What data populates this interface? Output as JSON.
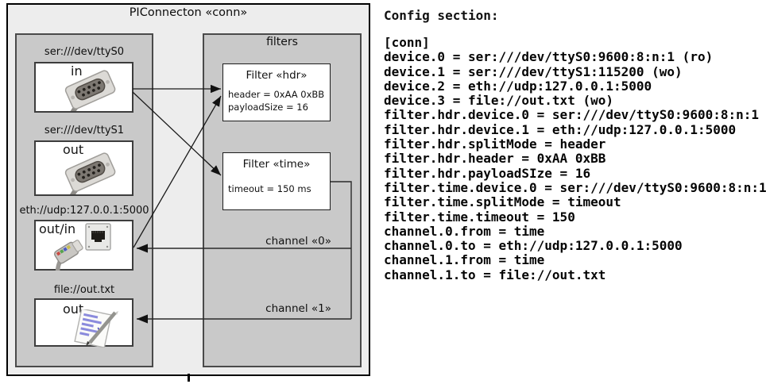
{
  "diagram": {
    "title": "PIConnecton «conn»",
    "filters_title": "filters",
    "devices": [
      {
        "uri": "ser:///dev/ttyS0",
        "direction": "in",
        "icon": "serial-connector-icon"
      },
      {
        "uri": "ser:///dev/ttyS1",
        "direction": "out",
        "icon": "serial-connector-icon"
      },
      {
        "uri": "eth://udp:127.0.0.1:5000",
        "direction": "out/in",
        "icon": "ethernet-jack-icon"
      },
      {
        "uri": "file://out.txt",
        "direction": "out",
        "icon": "notepad-icon"
      }
    ],
    "filters": [
      {
        "title": "Filter «hdr»",
        "attributes": [
          "header = 0xAA 0xBB",
          "payloadSize = 16"
        ]
      },
      {
        "title": "Filter «time»",
        "attributes": [
          "timeout = 150 ms"
        ]
      }
    ],
    "channels": [
      {
        "label": "channel «0»"
      },
      {
        "label": "channel «1»"
      }
    ]
  },
  "config": {
    "heading": "Config section:",
    "lines": [
      "[conn]",
      "device.0 = ser:///dev/ttyS0:9600:8:n:1 (ro)",
      "device.1 = ser:///dev/ttyS1:115200 (wo)",
      "device.2 = eth://udp:127.0.0.1:5000",
      "device.3 = file://out.txt (wo)",
      "filter.hdr.device.0 = ser:///dev/ttyS0:9600:8:n:1",
      "filter.hdr.device.1 = eth://udp:127.0.0.1:5000",
      "filter.hdr.splitMode = header",
      "filter.hdr.header = 0xAA 0xBB",
      "filter.hdr.payloadSIze = 16",
      "filter.time.device.0 = ser:///dev/ttyS0:9600:8:n:1",
      "filter.time.splitMode = timeout",
      "filter.time.timeout = 150",
      "channel.0.from = time",
      "channel.0.to = eth://udp:127.0.0.1:5000",
      "channel.1.from = time",
      "channel.1.to = file://out.txt"
    ]
  },
  "colors": {
    "outer_fill": "#ededed",
    "panel_fill": "#c9c9c9",
    "box_fill": "#ffffff",
    "line": "#1a1a1a",
    "text": "#111111"
  }
}
